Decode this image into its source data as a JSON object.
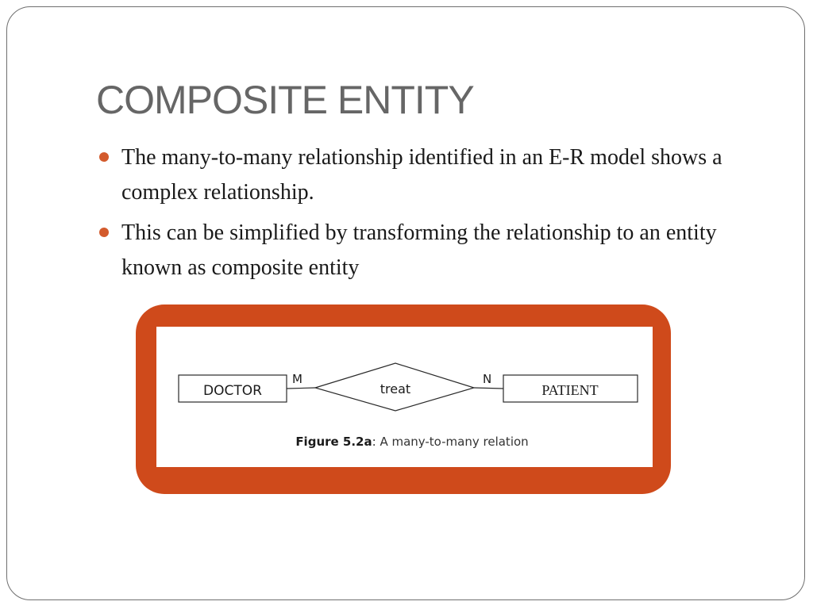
{
  "slide": {
    "title": "COMPOSITE ENTITY",
    "bullets": [
      "The many-to-many relationship identified in an E-R model shows a complex relationship.",
      "This can be simplified by transforming the relationship to an entity known as composite entity"
    ],
    "accent_color": "#cf4a1b",
    "bullet_color": "#d35a2c"
  },
  "figure": {
    "entity_left": "DOCTOR",
    "entity_right": "PATIENT",
    "relationship": "treat",
    "cardinality_left": "M",
    "cardinality_right": "N",
    "caption_label": "Figure 5.2a",
    "caption_sep": ":",
    "caption_text": " A many-to-many relation"
  }
}
